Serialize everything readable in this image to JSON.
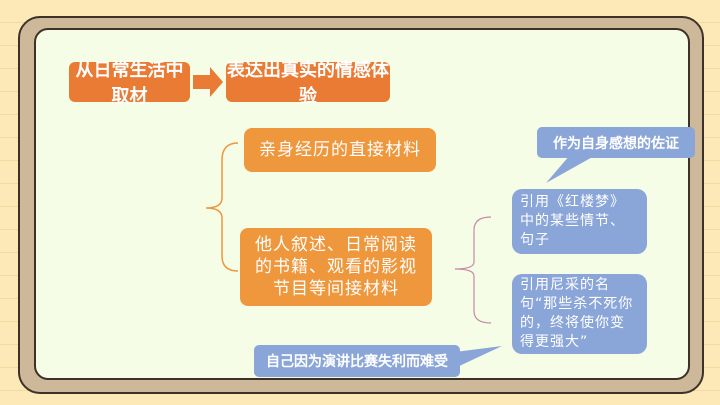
{
  "top": {
    "source": "从日常生活中取材",
    "result": "表达出真实的情感体验"
  },
  "materials": {
    "direct": "亲身经历的直接材料",
    "indirect": "他人叙述、日常阅读的书籍、观看的影视节目等间接材料"
  },
  "examples": [
    {
      "text": "引用《红楼梦》中的某些情节、句子"
    },
    {
      "text": "引用尼采的名句“那些杀不死你的，终将使你变得更强大”"
    }
  ],
  "callouts": {
    "evidence": "作为自身感想的佐证",
    "event": "自己因为演讲比赛失利而难受"
  },
  "colors": {
    "orange": "#e97b34",
    "light_orange": "#ef973c",
    "blue": "#8aa5d8"
  }
}
